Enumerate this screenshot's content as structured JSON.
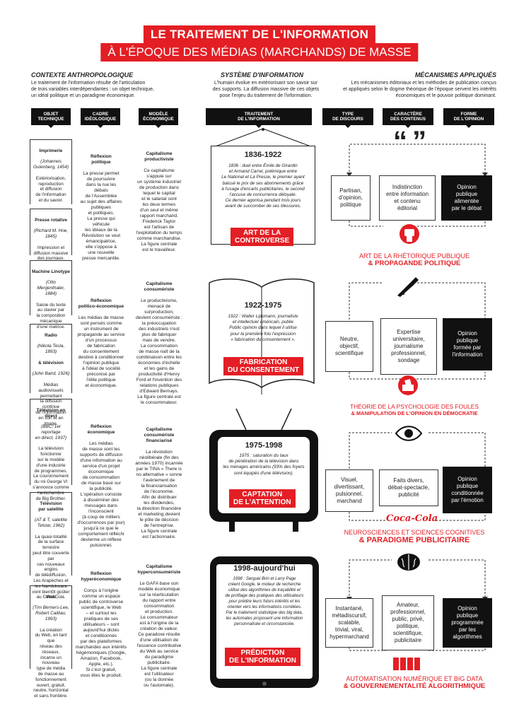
{
  "title": {
    "line1": "LE TRAITEMENT DE L'INFORMATION",
    "line2": "À L'ÉPOQUE DES MÉDIAS (MARCHANDS) DE MASSE"
  },
  "sections": [
    {
      "title": "CONTEXTE ANTHROPOLOGIQUE",
      "body": "Le traitement de l'information résulte de l'articulation\nde trois variables interdépendantes : un objet technique,\nun idéal politique et un paradigme économique."
    },
    {
      "title": "SYSTÈME D'INFORMATION",
      "body": "L'humain évolue en extériorisant son savoir sur\ndes supports. La diffusion massive de ces objets\npose l'enjeu du traitement de l'information."
    },
    {
      "title": "MÉCANISMES APPLIQUÉS",
      "body": "Les mécanismes éditoriaux et les méthodes de publication conçus\net appliqués selon le dogme théorique de l'époque servent les intérêts\néconomiques et le pouvoir politique dominant."
    }
  ],
  "columns": [
    "OBJET\nTECHNIQUE",
    "CADRE\nIDÉOLOGIQUE",
    "MODÈLE\nÉCONOMIQUE",
    "TRAITEMENT\nDE L'INFORMATION",
    "TYPE\nDE DISCOURS",
    "CARACTÈRE\nDES CONTENUS",
    "FORME\nDE L'OPINION"
  ],
  "objects": [
    {
      "title": "Imprimerie",
      "sub": "(Johannes\nGutenberg, 1454)",
      "body": "Extériorisation,\nreproduction\net diffusion\nde l'information\net du savoir."
    },
    {
      "title": "Presse rotative",
      "sub": "(Richard M. Hoe,\n1845)",
      "body": "Impression et\ndiffusion massive\ndes journaux."
    },
    {
      "title": "Machine Linotype",
      "sub": "(Otto Mergenthaler,\n1884)",
      "body": "Saisie du texte\nau clavier par\nla composition\nmécanique\nd'une matrice."
    },
    {
      "title": "Radio",
      "sub": "(Nikola Tesla, 1893)",
      "title2": "& télévision",
      "sub2": "(John Baird, 1926)",
      "body": "Médias audiovisuels\npermettant\nla diffusion continue\nde l'information\nen son et en image."
    },
    {
      "title": "Télévision en direct",
      "sub": "(BBC, 1er reportage\nen direct, 1937)",
      "body": "La télévision\nfonctionne\nsur le modèle\nd'une industrie\nde programmes.\nLe couronnement\ndu roi George VI\ns'annonce comme\nl'antichambre\nde Big Brother."
    },
    {
      "title": "Télévision\npar satellite",
      "sub": "(AT & T, satellite\nTelstar, 1962)",
      "body": "La quasi-totalité\nde la surface terrestre\npeut être couverte par\nces nouveaux engins\nde télédiffusion.\nLes Arapèches et\nles Nambikwara\nvont bientôt goûter\nau Coca-Cola."
    },
    {
      "title": "Web",
      "sub": "(Tim Berners-Lee,\nRobert Cailliau, 1993)",
      "body": "La création\ndu Web, en tant que\nréseau des réseaux,\nincarne un nouveau\ntype de média\nde masse au\nfonctionnement\nouvert, gratuit,\nneutre, horizontal\net sans frontière."
    }
  ],
  "ideologies": [
    {
      "title": "Réflexion\npolitique",
      "body": "La presse permet\nde poursuivre\ndans la rue les débats\nde l'Assemblée\nau sujet des affaires\npubliques\net politiques.\nLa presse qui véhicule\nles idéaux de la\nRévolution se veut\némancipatrice,\nelle s'oppose à\nune nouvelle\npresse mercantile."
    },
    {
      "title": "Réflexion\npolitico-économique",
      "body": "Les médias de masse\nsont pensés comme\nun instrument de\npropagande au service\nd'un processus\nde fabrication\ndu consentement\ndestiné à conditionner\nl'opinion publique\nà l'idéal de société\npréconisé par\nl'élite politique\net économique."
    },
    {
      "title": "Réflexion\néconomique",
      "body": "Les médias\nde masse sont les\nsupports de diffusion\nd'une information au\nservice d'un projet\néconomique\nde consommation\nde masse basé sur\nla publicité.\nL'opération consiste\nà disséminer des\nmessages dans\nl'inconscient\n(à coup de milliers\nd'occurrences par jour)\njusqu'à ce que le\ncomportement réfléchi\ndevienne un réflexe\npulsionnel."
    },
    {
      "title": "Réflexion\nhyperéconomique",
      "body": "Conçu à l'origine\ncomme un espace\npublic de controverse\nscientifique, le Web\n– et surtout les\npratiques de ses\nutilisateurs – sont\naujourd'hui dictés\net conditionnés\npar des plateformes\nmarchandes aux intérêts\nhégémoniques (Google,\nAmazon, Facebook,\nApple, etc.).\nSi c'est gratuit,\nvous êtes le produit."
    }
  ],
  "economies": [
    {
      "title": "Capitalisme\nproductiviste",
      "body": "Ce capitalisme\ns'appuie sur\nun système industriel\nde production dans\nlequel le capital\net le salariat sont\nles deux termes\nd'un seul et même\nrapport marchand.\nFrederick Taylor\nest l'artisan de\nl'exploitation du temps\ncomme marchandise.\nLa figure centrale\nest le travailleur."
    },
    {
      "title": "Capitalisme\nconsumériste",
      "body": "Le productivisme,\nmenacé de\nsurproduction,\ndevient consumériste :\nla préoccupation\ndes industriels n'est\nplus de fabriquer\nmais de vendre.\nLa consommation\nde masse naît de la\ncombinaison entre les\néconomies d'échelle\net les gains de\nproductivité d'Henry\nFord et l'invention des\nrelations publiques\nd'Edward Bernays.\nLa figure centrale est\nle consommateur."
    },
    {
      "title": "Capitalisme\nconsumériste\nfinanciarisé",
      "body": "La révolution\nnéolibérale (fin des\nannées 1970) incarnée\npar le TINA « There is\nno alternative » sonne\nl'avènement de\nla financiarisation\nde l'économie.\nAfin de distribuer\nles dividendes,\nla direction financière\net marketing devient\nle pôle de décision\nde l'entreprise.\nLa figure centrale\nest l'actionnaire."
    },
    {
      "title": "Capitalisme\nhyperconsumériste",
      "body": "Le GAFA base son\nmodèle économique\nsur la réarticulation\ndu rapport entre\nconsommation\net production.\nLe consommateur\nest à l'origine de la\ncréation de valeur.\nCe paradoxe résulte\nd'une utilisation de\nl'essence contributive\ndu Web au service\ndu paradigme\npublicitaire.\nLa figure centrale\nest l'utilisateur\n(ou la donnée\nou l'automate)."
    }
  ],
  "eras": [
    {
      "date": "1836-1922",
      "text": "1836 : duel entre Émile de Girardin\net Armand Carrel, polémique entre\nLe National et La Presse, le premier ayant\nbaissé le prix de ses abonnements grâce\nà l'usage d'encarts publicitaires, le second\nl'accuse de concurrence déloyale.\nCe dernier agonisa pendant trois jours\navant de succomber de ses blessures.",
      "tag": "ART DE LA\nCONTROVERSE"
    },
    {
      "date": "1922-1975",
      "text": "1922 : Walter Lippmann, journaliste\net intellectuel américain, publie\nPublic opinion dans lequel il utilise\npour la première fois l'expression\n« fabrication du consentement ».",
      "tag": "FABRICATION\nDU CONSENTEMENT"
    },
    {
      "date": "1975-1998",
      "text": "1975 : saturation du taux\nde pénétration de la télévision dans\nles ménages américains (93% des foyers\nsont équipés d'une télévision).",
      "tag": "CAPTATION\nDE L'ATTENTION"
    },
    {
      "date": "1998-aujourd'hui",
      "text": "1998 : Serguei Brin et Larry Page\ncréent Google, le moteur de recherche\nutilise des algorithmes de traçabilité et\nde profilage des pratiques des utilisateurs\npour prédire leurs futurs intérêts et les\norienter vers les informations corrélées.\nPar le traitement statistique des big data,\nles automates proposent une information\npersonnalisée et circonstanciée.",
      "tag": "PRÉDICTION\nDE L'INFORMATION"
    }
  ],
  "mechanisms": [
    {
      "discourse": "Partisan,\nd'opinion,\npolitique",
      "content": "Indistinction\nentre information\net contenu\néditorial",
      "opinion": "Opinion\npublique\nalimentée\npar le débat",
      "label_a": "ART DE LA RHÉTORIQUE PUBLIQUE",
      "label_b": "& PROPAGANDE POLITIQUE"
    },
    {
      "discourse": "Neutre,\nobjectif,\nscientifique",
      "content": "Expertise\nuniversitaire,\njournalisme\nprofessionnel,\nsondage",
      "opinion": "Opinion\npublique\nformée par\nl'information",
      "label_a": "THÉORIE DE LA PSYCHOLOGIE DES FOULES",
      "label_b": "& MANIPULATION DE L'OPINION EN DÉMOCRATIE"
    },
    {
      "discourse": "Visuel,\ndivertissant,\npulsionnel,\nmarchand",
      "content": "Faits divers,\ndébat-spectacle,\npublicité",
      "opinion": "Opinion\npublique\nconditionnée\npar l'émotion",
      "label_a": "NEUROSCIENCES ET SCIENCES COGNITIVES",
      "label_b": "& PARADIGME PUBLICITAIRE"
    },
    {
      "discourse": "Instantané,\nmétadiscursif,\nscalable,\ntrivial, viral,\nhypermarchand",
      "content": "Amateur,\nprofessionnel,\npublic, privé,\npolitique,\nscientifique,\npublicitaire",
      "opinion": "Opinion\npublique\nprogrammée\npar les\nalgorithmes",
      "label_a": "AUTOMATISATION NUMÉRIQUE ET BIG DATA",
      "label_b": "& GOUVERNEMENTALITÉ ALGORITHMIQUE"
    }
  ],
  "quote_glyph": "“ ”",
  "coca_logo": "Coca-Cola",
  "colors": {
    "accent": "#e31e24",
    "ink": "#111111"
  }
}
